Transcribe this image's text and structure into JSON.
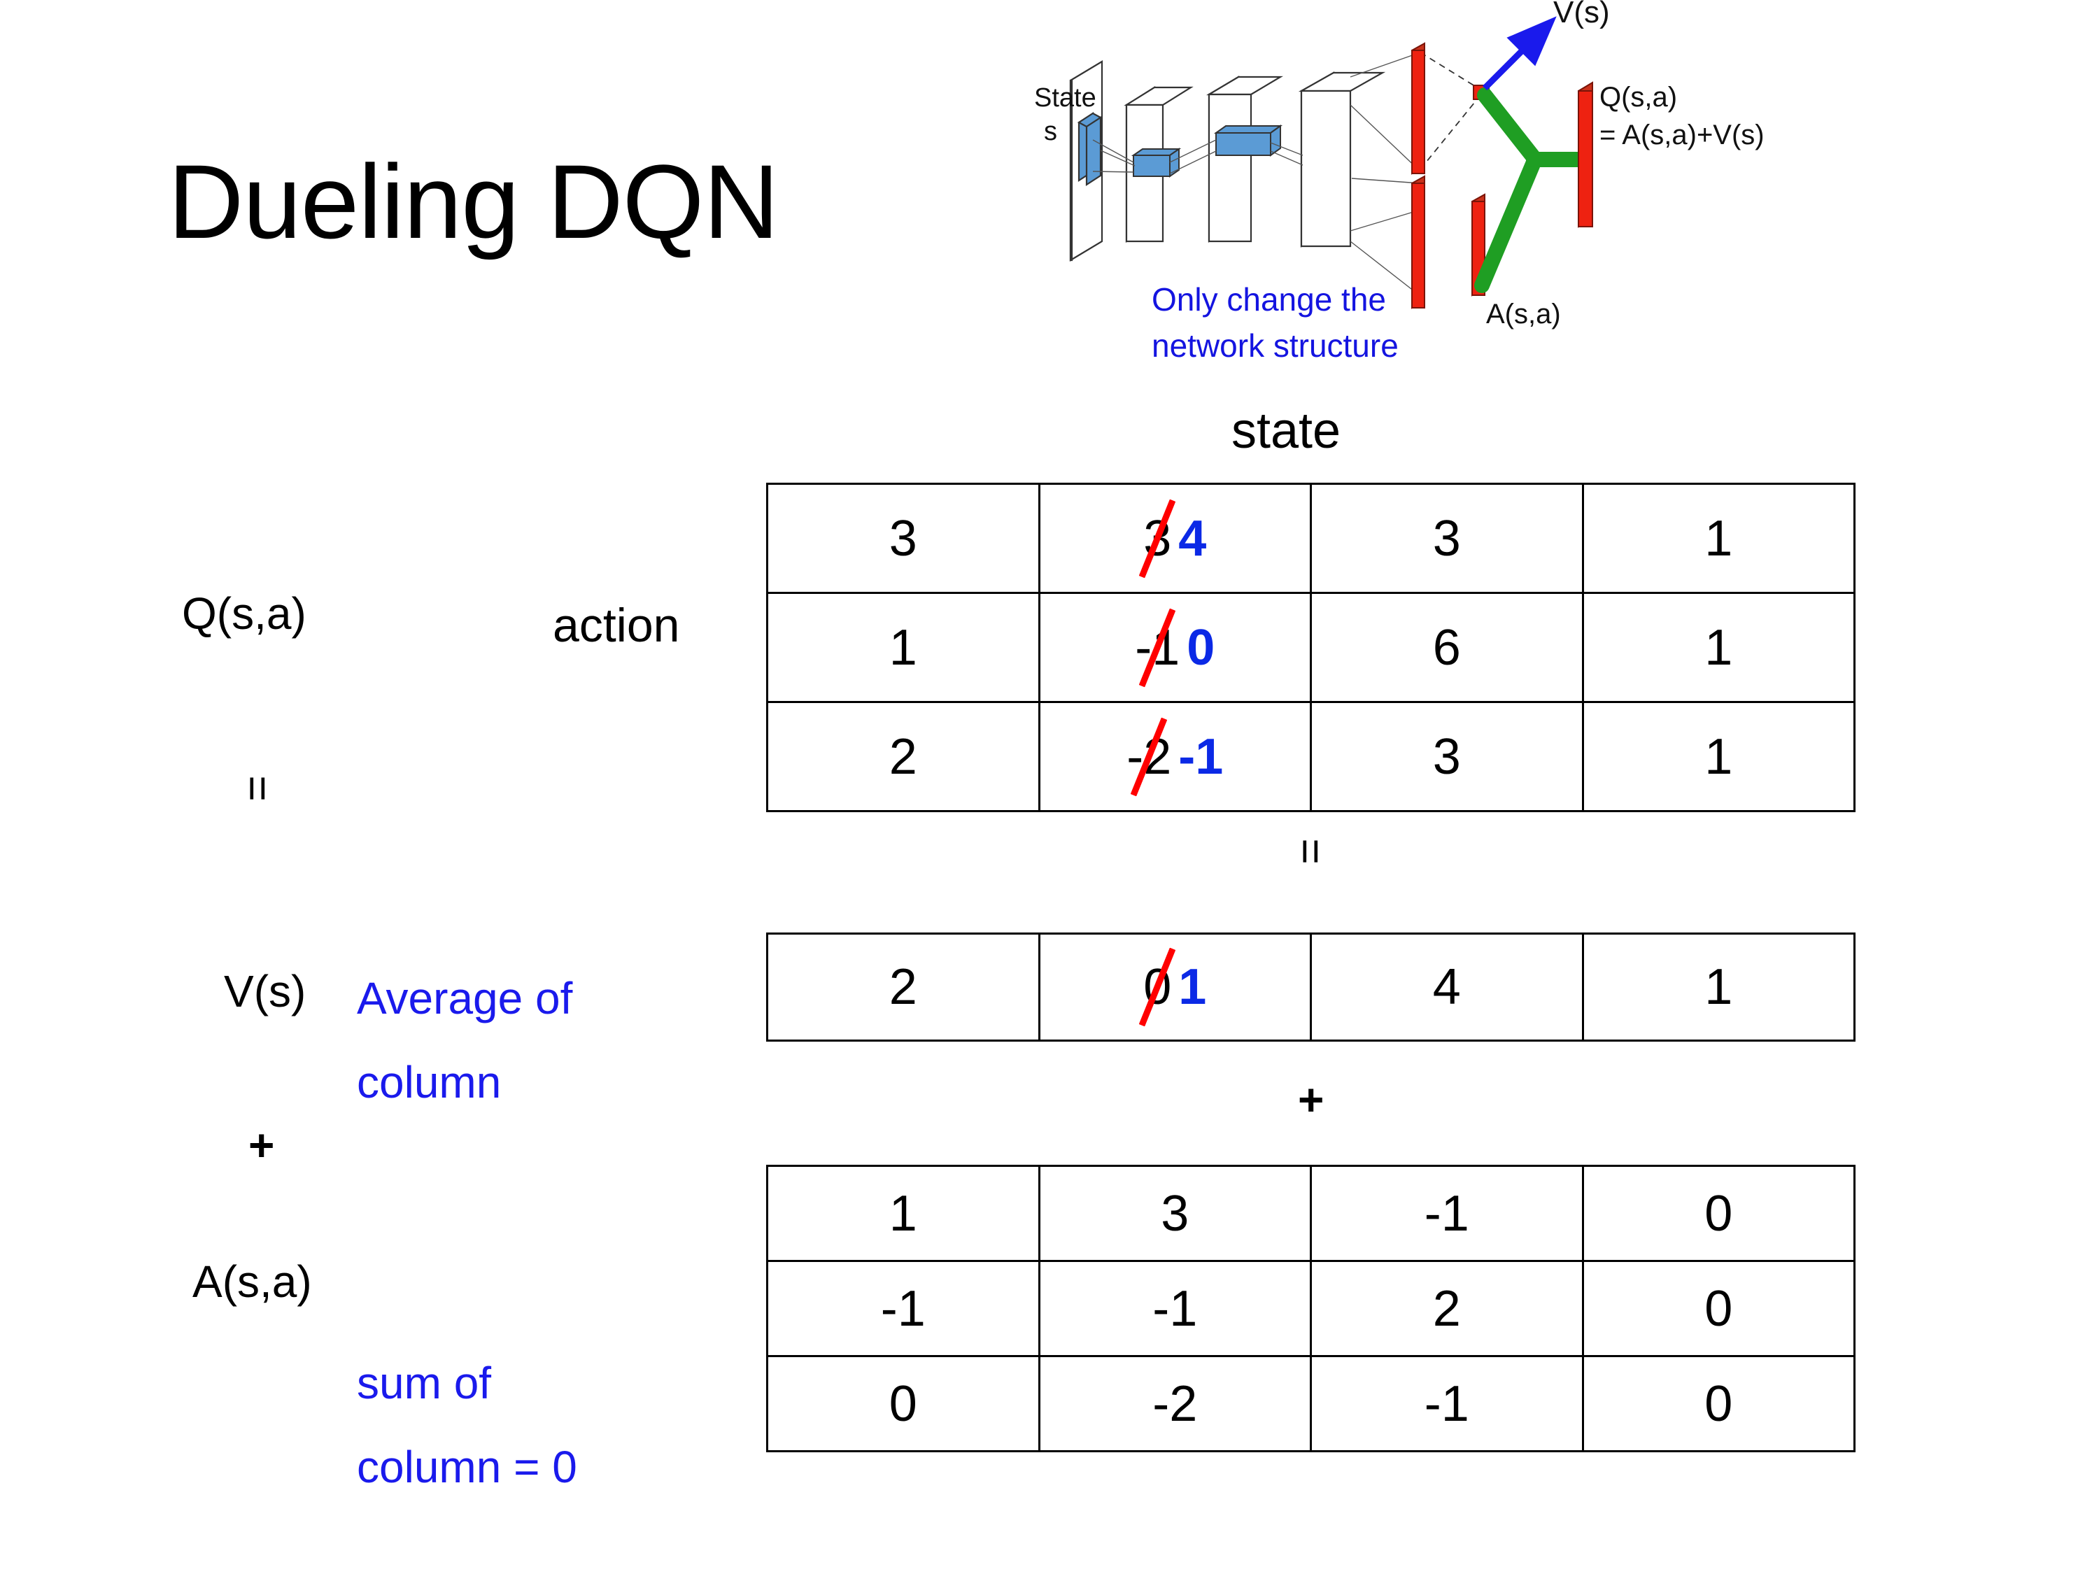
{
  "slide": {
    "title": "Dueling DQN",
    "background_color": "#ffffff"
  },
  "diagram": {
    "name": "dueling-network-architecture",
    "input_label_line1": "State",
    "input_label_line2": "s",
    "note_line1": "Only change the",
    "note_line2": "network structure",
    "note_color": "#1a1aec",
    "value_stream_label": "V(s)",
    "advantage_stream_label": "A(s,a)",
    "output_label_line1": "Q(s,a)",
    "output_label_line2": "= A(s,a)+V(s)",
    "arrow_color": "#1a1aec",
    "merge_color": "#1f9e23",
    "bar_color": "#ee2211",
    "conv_color": "#5b9bd5"
  },
  "axes": {
    "state_label": "state",
    "action_label": "action"
  },
  "labels": {
    "q_label": "Q(s,a)",
    "v_label": "V(s)",
    "a_label": "A(s,a)",
    "equals_q": "=",
    "equals_mid": "=",
    "plus_left": "+",
    "plus_mid": "+",
    "avg_note_line1": "Average of",
    "avg_note_line2": "column",
    "sum_note_line1": "sum of",
    "sum_note_line2": "column = 0",
    "note_color": "#1a1aec"
  },
  "chart_data": {
    "type": "table",
    "title": "Dueling DQN value/advantage decomposition",
    "xlabel": "state",
    "ylabel": "action",
    "edit_old_color": "#ff0000",
    "edit_new_color": "#0b29e6",
    "tables": [
      {
        "name": "Q(s,a)",
        "rows": [
          [
            {
              "value": "3"
            },
            {
              "value": "3",
              "struck": true,
              "new_value": "4"
            },
            {
              "value": "3"
            },
            {
              "value": "1"
            }
          ],
          [
            {
              "value": "1"
            },
            {
              "value": "-1",
              "struck": true,
              "new_value": "0"
            },
            {
              "value": "6"
            },
            {
              "value": "1"
            }
          ],
          [
            {
              "value": "2"
            },
            {
              "value": "-2",
              "struck": true,
              "new_value": "-1"
            },
            {
              "value": "3"
            },
            {
              "value": "1"
            }
          ]
        ]
      },
      {
        "name": "V(s)",
        "rows": [
          [
            {
              "value": "2"
            },
            {
              "value": "0",
              "struck": true,
              "new_value": "1"
            },
            {
              "value": "4"
            },
            {
              "value": "1"
            }
          ]
        ]
      },
      {
        "name": "A(s,a)",
        "rows": [
          [
            {
              "value": "1"
            },
            {
              "value": "3"
            },
            {
              "value": "-1"
            },
            {
              "value": "0"
            }
          ],
          [
            {
              "value": "-1"
            },
            {
              "value": "-1"
            },
            {
              "value": "2"
            },
            {
              "value": "0"
            }
          ],
          [
            {
              "value": "0"
            },
            {
              "value": "-2"
            },
            {
              "value": "-1"
            },
            {
              "value": "0"
            }
          ]
        ]
      }
    ]
  }
}
